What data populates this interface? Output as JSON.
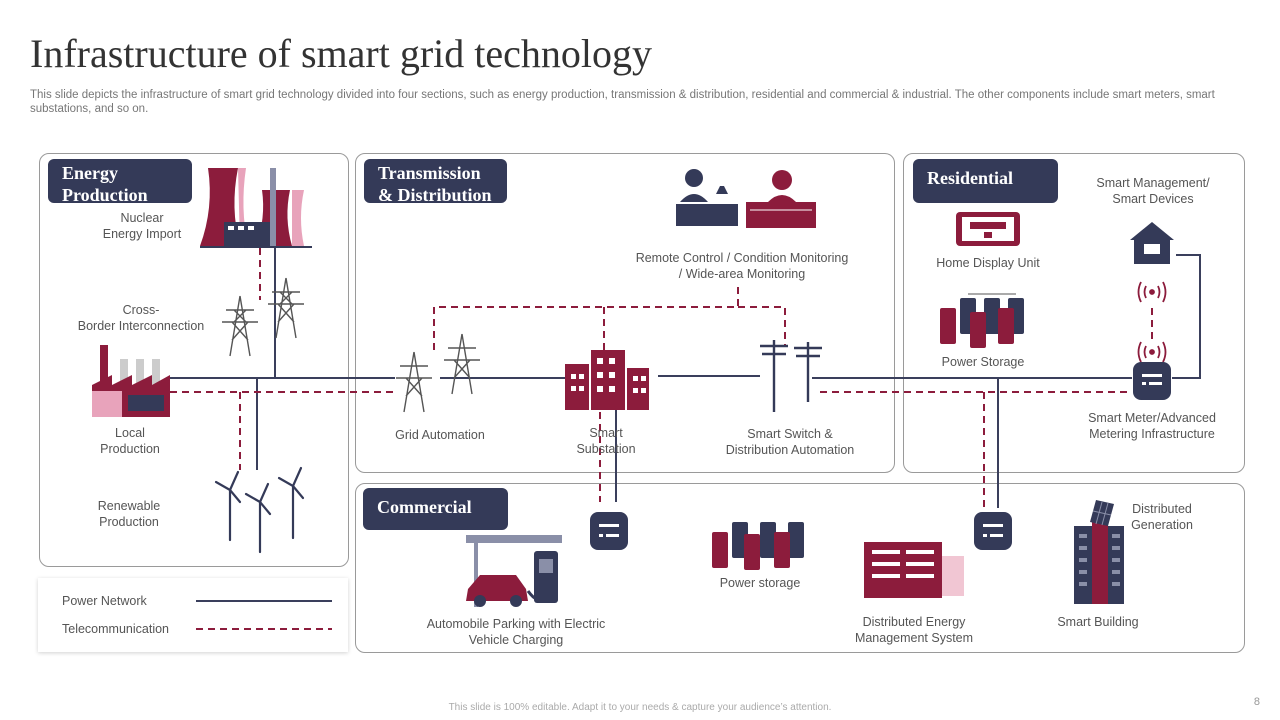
{
  "slide": {
    "title": "Infrastructure of smart grid technology",
    "subtitle": "This slide depicts the infrastructure of smart grid technology divided into four sections, such as energy production, transmission & distribution, residential and commercial & industrial. The other components include smart meters, smart substations, and so on.",
    "footer": "This slide is 100% editable. Adapt it to your needs & capture your audience’s attention.",
    "page_number": "8"
  },
  "colors": {
    "navy": "#343a58",
    "maroon": "#8c1c3c",
    "pink": "#e8a3bb",
    "line": "#3a3f5c"
  },
  "sections": {
    "energy_production": "Energy\nProduction",
    "transmission": "Transmission\n& Distribution",
    "residential": "Residential",
    "commercial": "Commercial"
  },
  "labels": {
    "nuclear": "Nuclear\nEnergy Import",
    "cross_border": "Cross-\nBorder Interconnection",
    "local_production": "Local\nProduction",
    "renewable": "Renewable\nProduction",
    "grid_automation": "Grid Automation",
    "smart_substation": "Smart\nSubstation",
    "smart_switch": "Smart Switch &\nDistribution Automation",
    "remote_control": "Remote Control / Condition Monitoring\n/ Wide-area Monitoring",
    "home_display": "Home Display Unit",
    "power_storage_res": "Power Storage",
    "smart_management": "Smart Management/\nSmart Devices",
    "smart_meter": "Smart Meter/Advanced\nMetering Infrastructure",
    "ev_parking": "Automobile Parking with Electric\nVehicle Charging",
    "power_storage_com": "Power storage",
    "dems": "Distributed Energy\nManagement System",
    "smart_building": "Smart Building",
    "distributed_generation": "Distributed\nGeneration"
  },
  "legend": {
    "power_network": "Power Network",
    "telecommunication": "Telecommunication"
  },
  "icons": [
    "nuclear-plant-icon",
    "transmission-tower-icon",
    "factory-icon",
    "wind-turbine-icon",
    "operator-icon",
    "substation-building-icon",
    "utility-pole-icon",
    "display-unit-icon",
    "battery-storage-icon",
    "smart-home-icon",
    "wifi-signal-icon",
    "smart-meter-icon",
    "ev-charging-icon",
    "energy-management-icon",
    "smart-building-icon",
    "solar-panel-icon"
  ]
}
